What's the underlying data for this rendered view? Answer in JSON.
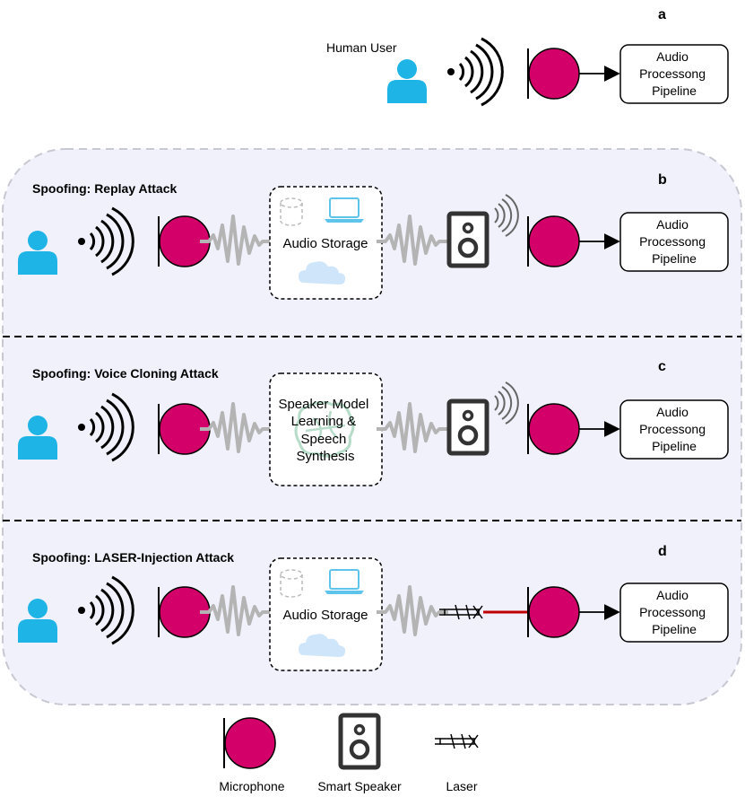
{
  "panels": {
    "a": {
      "letter": "a",
      "user_label": "Human User",
      "pipeline": [
        "Audio",
        "Processong",
        "Pipeline"
      ]
    },
    "b": {
      "letter": "b",
      "title": "Spoofing: Replay Attack",
      "storage_label": "Audio Storage",
      "pipeline": [
        "Audio",
        "Processong",
        "Pipeline"
      ]
    },
    "c": {
      "letter": "c",
      "title": "Spoofing: Voice Cloning Attack",
      "model_label": [
        "Speaker Model",
        "Learning &",
        "Speech",
        "Synthesis"
      ],
      "pipeline": [
        "Audio",
        "Processong",
        "Pipeline"
      ]
    },
    "d": {
      "letter": "d",
      "title": "Spoofing: LASER-Injection Attack",
      "storage_label": "Audio Storage",
      "pipeline": [
        "Audio",
        "Processong",
        "Pipeline"
      ]
    }
  },
  "legend": {
    "microphone": "Microphone",
    "speaker": "Smart Speaker",
    "laser": "Laser"
  },
  "colors": {
    "user": "#1eb4e6",
    "microphone": "#d4006a",
    "attack_background": "#f1f1fb",
    "wave": "#b4b4b4",
    "laser_beam": "#c00000",
    "cloud": "#cfe6fa",
    "laptop": "#5fc4ec"
  },
  "icons": [
    "user-icon",
    "sound-wave-icon",
    "microphone-icon",
    "waveform-icon",
    "database-icon",
    "laptop-icon",
    "cloud-icon",
    "smart-speaker-icon",
    "laser-icon",
    "brain-icon"
  ]
}
